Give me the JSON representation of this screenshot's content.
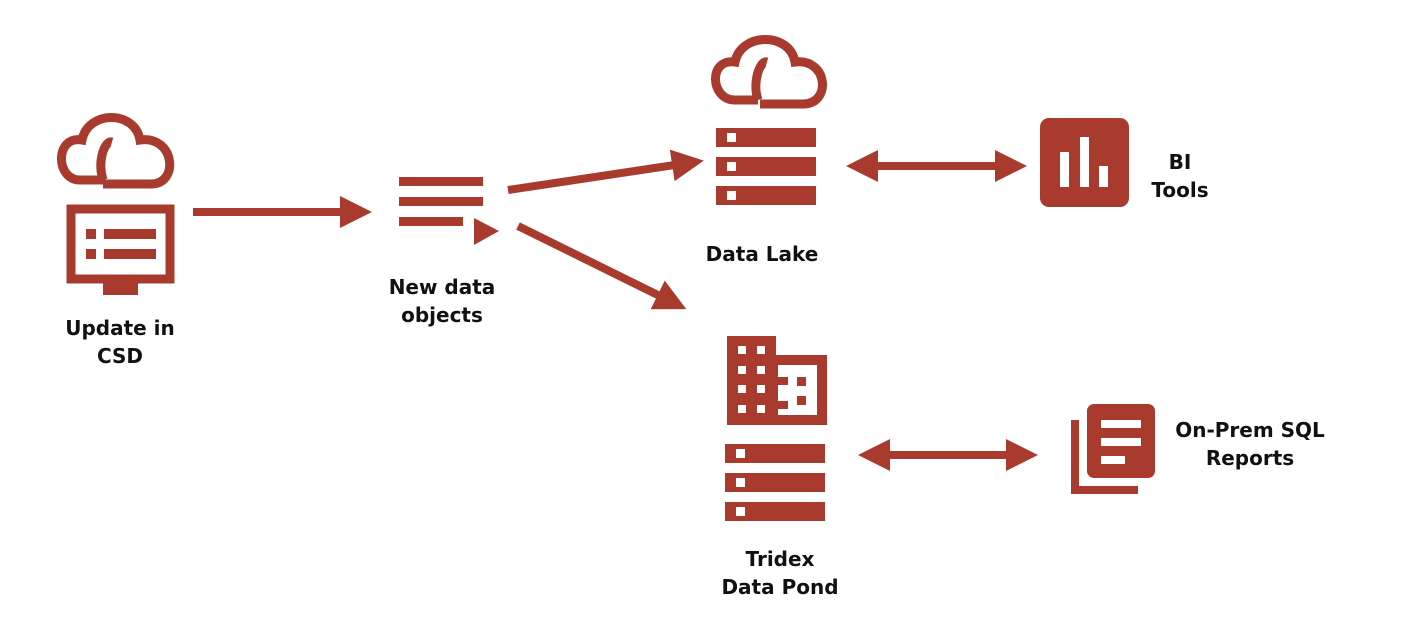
{
  "colors": {
    "accent": "#a83b2e",
    "text": "#111111",
    "background": "#ffffff"
  },
  "nodes": {
    "csd": {
      "label": "Update in\nCSD",
      "icon": "cloud-monitor-list-icon"
    },
    "new_objects": {
      "label": "New data\nobjects",
      "icon": "list-play-icon"
    },
    "data_lake": {
      "label": "Data Lake",
      "icon": "cloud-server-icon"
    },
    "bi_tools": {
      "label": "BI\nTools",
      "icon": "bar-chart-icon"
    },
    "data_pond": {
      "label": "Tridex\nData Pond",
      "icon": "building-server-icon"
    },
    "sql_reports": {
      "label": "On-Prem SQL\nReports",
      "icon": "stacked-documents-icon"
    }
  },
  "edges": [
    {
      "from": "csd",
      "to": "new_objects",
      "direction": "forward"
    },
    {
      "from": "new_objects",
      "to": "data_lake",
      "direction": "forward"
    },
    {
      "from": "new_objects",
      "to": "data_pond",
      "direction": "forward"
    },
    {
      "from": "data_lake",
      "to": "bi_tools",
      "direction": "both"
    },
    {
      "from": "data_pond",
      "to": "sql_reports",
      "direction": "both"
    }
  ]
}
